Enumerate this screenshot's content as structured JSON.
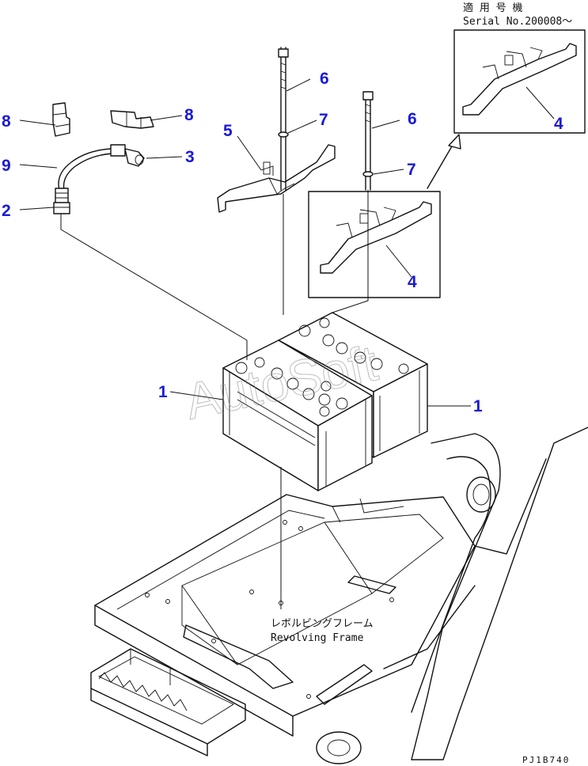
{
  "callouts": [
    {
      "id": "c1a",
      "text": "1"
    },
    {
      "id": "c1b",
      "text": "1"
    },
    {
      "id": "c2",
      "text": "2"
    },
    {
      "id": "c3",
      "text": "3"
    },
    {
      "id": "c4a",
      "text": "4"
    },
    {
      "id": "c4b",
      "text": "4"
    },
    {
      "id": "c5",
      "text": "5"
    },
    {
      "id": "c6a",
      "text": "6"
    },
    {
      "id": "c6b",
      "text": "6"
    },
    {
      "id": "c7a",
      "text": "7"
    },
    {
      "id": "c7b",
      "text": "7"
    },
    {
      "id": "c8a",
      "text": "8"
    },
    {
      "id": "c8b",
      "text": "8"
    },
    {
      "id": "c9",
      "text": "9"
    }
  ],
  "serial_note": {
    "line1": "適 用 号 機",
    "line2": "Serial No.200008〜"
  },
  "frame_label": {
    "jp": "レボルビングフレーム",
    "en": "Revolving Frame"
  },
  "drawing_code": "PJ1B740",
  "watermark": "AutoSoft",
  "colors": {
    "callout": "#1a1ad6",
    "line": "#111111"
  }
}
